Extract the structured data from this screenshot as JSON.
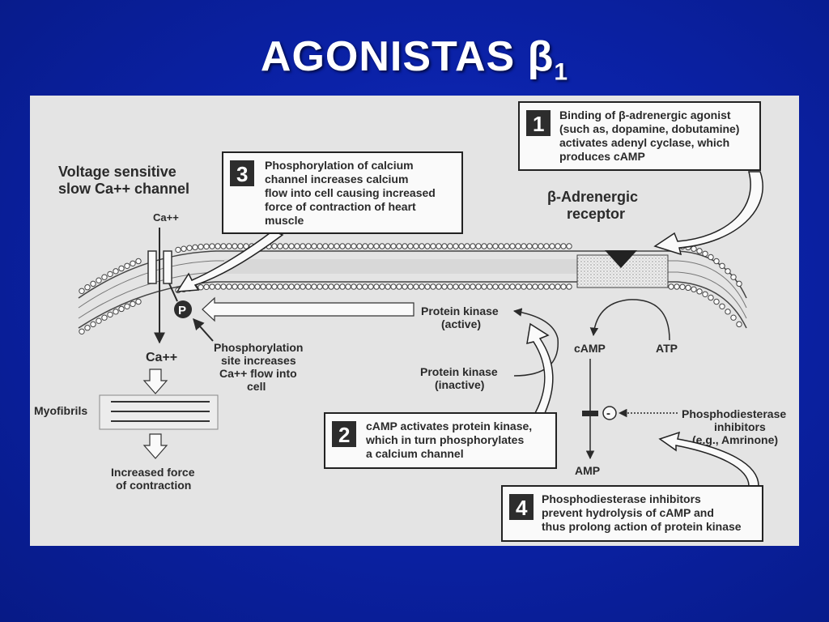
{
  "slide": {
    "title_main": "AGONISTAS β",
    "title_sub": "1"
  },
  "diagram": {
    "channel_label": [
      "Voltage sensitive",
      "slow Ca++ channel"
    ],
    "ca_ion_top": "Ca++",
    "ca_ion_bottom": "Ca++",
    "phospho_marker": "P",
    "phospho_site_text": [
      "Phosphorylation",
      "site increases",
      "Ca++ flow into",
      "cell"
    ],
    "myofibrils": "Myofibrils",
    "increased_force": [
      "Increased force",
      "of contraction"
    ],
    "receptor_label": [
      "β-Adrenergic",
      "receptor"
    ],
    "protein_kinase_active": [
      "Protein kinase",
      "(active)"
    ],
    "protein_kinase_inactive": [
      "Protein kinase",
      "(inactive)"
    ],
    "camp": "cAMP",
    "atp": "ATP",
    "amp": "AMP",
    "inhibit_symbol": "-",
    "pde_inhibitors": [
      "Phosphodiesterase",
      "inhibitors",
      "(e.g., Amrinone)"
    ],
    "steps": [
      {
        "num": "1",
        "lines": [
          "Binding of β-adrenergic agonist",
          "(such as, dopamine, dobutamine)",
          "activates adenyl cyclase, which",
          "produces cAMP"
        ]
      },
      {
        "num": "2",
        "lines": [
          "cAMP activates protein kinase,",
          "which in turn phosphorylates",
          "a calcium channel"
        ]
      },
      {
        "num": "3",
        "lines": [
          "Phosphorylation of calcium",
          "channel increases calcium",
          "flow into cell causing increased",
          "force of contraction of heart",
          "muscle"
        ]
      },
      {
        "num": "4",
        "lines": [
          "Phosphodiesterase inhibitors",
          "prevent hydrolysis of cAMP and",
          "thus prolong action of protein kinase"
        ]
      }
    ]
  }
}
